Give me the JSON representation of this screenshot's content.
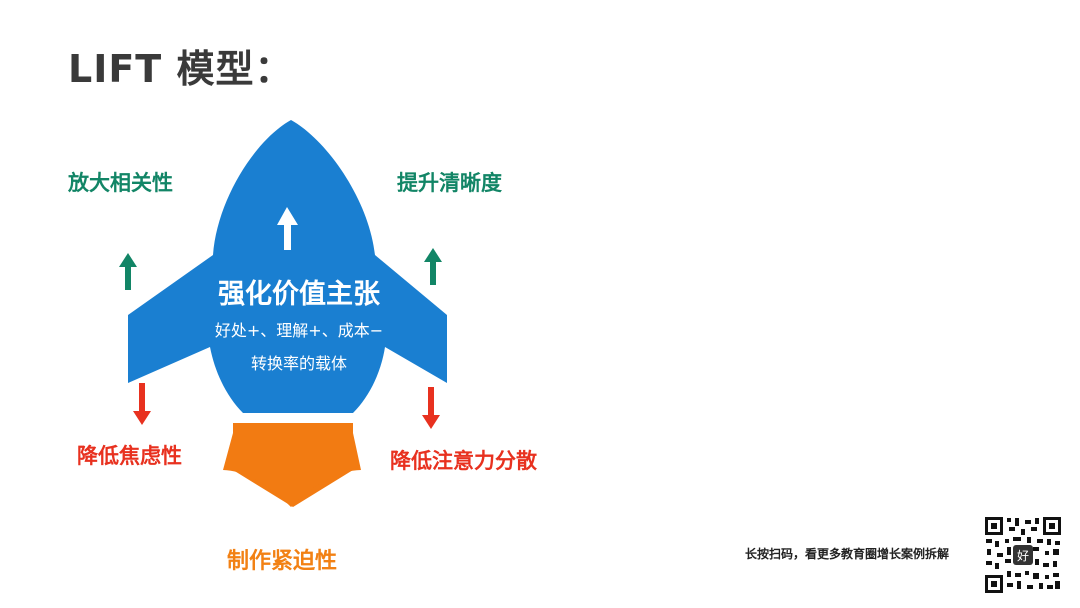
{
  "title": "LIFT 模型：",
  "diagram": {
    "center_title": "强化价值主张",
    "center_line1": "好处+、理解+、成本−",
    "center_line2": "转换率的载体",
    "left_top": "放大相关性",
    "right_top": "提升清晰度",
    "left_bottom": "降低焦虑性",
    "right_bottom": "降低注意力分散",
    "bottom": "制作紧迫性",
    "colors": {
      "rocket": "#1a7fd1",
      "flame": "#f27b12",
      "up_arrow": "#128566",
      "down_arrow": "#e8311f"
    }
  },
  "footer": {
    "qr_caption": "长按扫码，看更多教育圈增长案例拆解"
  }
}
